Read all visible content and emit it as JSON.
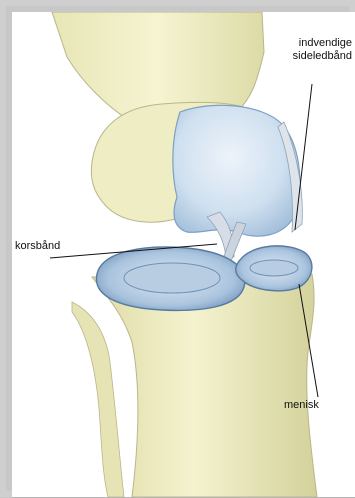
{
  "figure": {
    "labels": {
      "medial_collateral": [
        "indvendige",
        "sideledbånd"
      ],
      "cruciate": "korsbånd",
      "meniscus": "menisk"
    },
    "colors": {
      "background": "#ffffff",
      "bone": "#f3f0c8",
      "bone_shadow": "#d8d6a0",
      "cartilage": "#c8d9ec",
      "cartilage_dark": "#8fb0cf",
      "ligament": "#d6dde6",
      "leader_line": "#111111"
    }
  }
}
